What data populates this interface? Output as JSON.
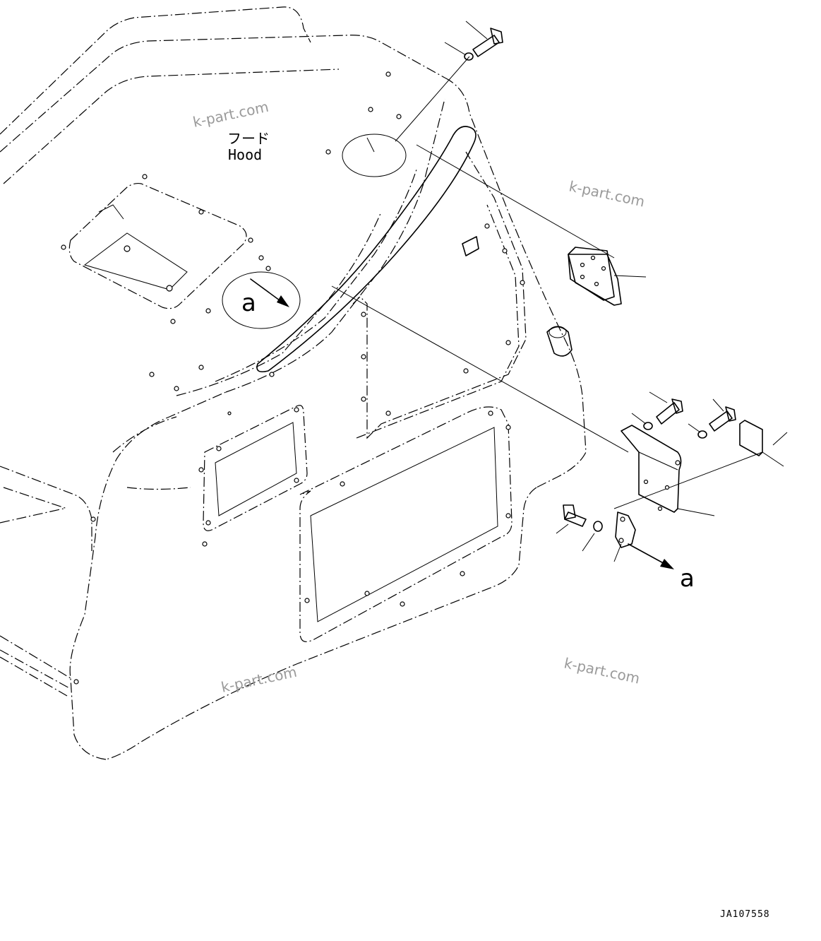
{
  "diagram": {
    "part_label_jp": "フード",
    "part_label_en": "Hood",
    "view_marker_start": "a",
    "view_marker_end": "a",
    "watermarks": [
      "k-part.com",
      "k-part.com",
      "k-part.com",
      "k-part.com"
    ],
    "drawing_code": "JA107558"
  }
}
